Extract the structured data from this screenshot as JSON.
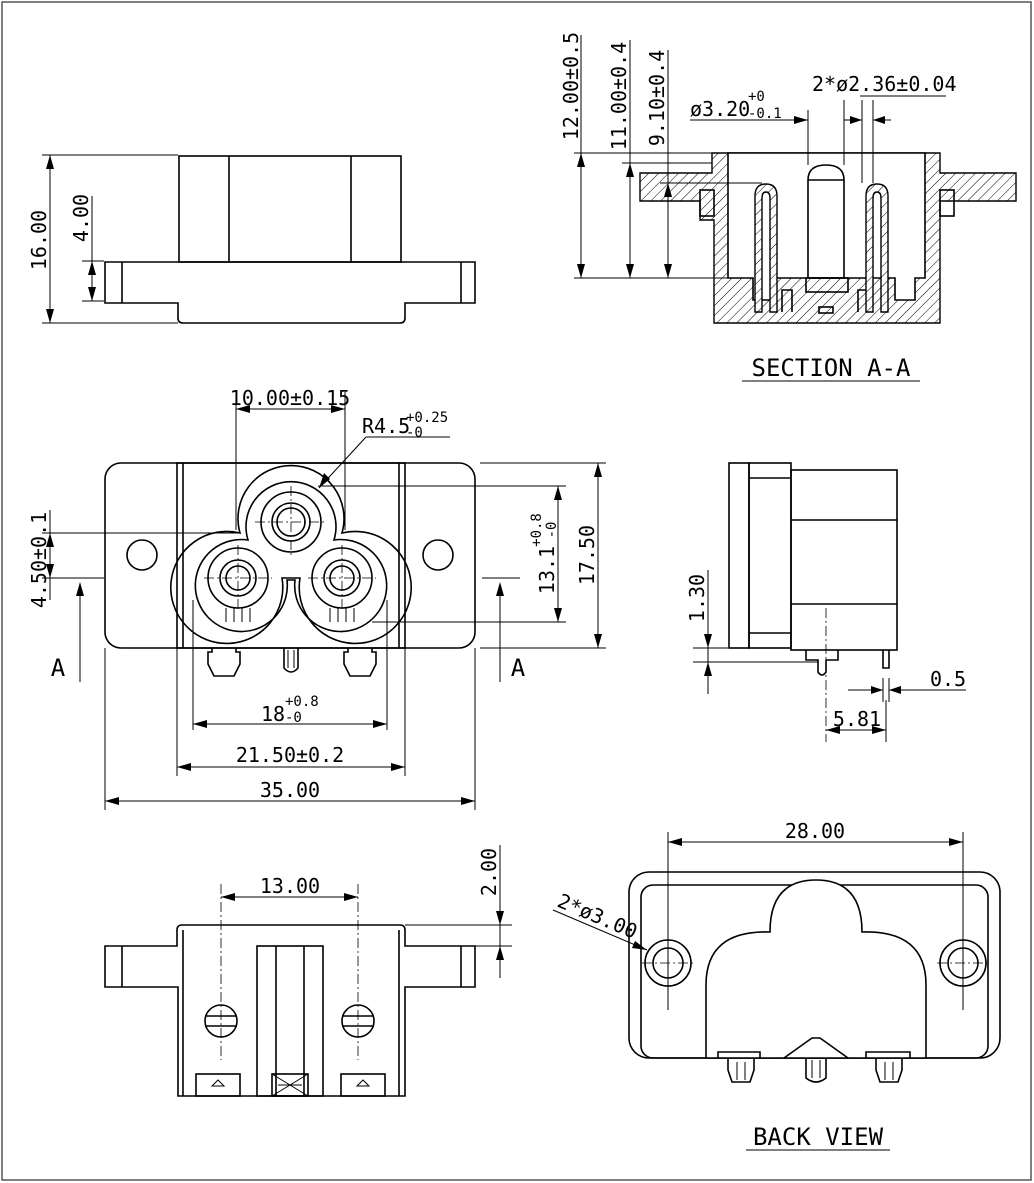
{
  "views": {
    "section_title": "SECTION A-A",
    "back_title": "BACK VIEW",
    "section_mark": "A"
  },
  "dims": {
    "side_height": "16.00",
    "side_flange": "4.00",
    "sec_h1": "12.00±0.5",
    "sec_h2": "11.00±0.4",
    "sec_h3": "9.10±0.4",
    "sec_pin_dia": "2*ø2.36±0.04",
    "sec_earth_dia": "ø3.20",
    "sec_earth_tol_up": "+0",
    "sec_earth_tol_dn": "-0.1",
    "front_top": "10.00±0.15",
    "front_radius": "R4.5",
    "front_radius_tol_up": "+0.25",
    "front_radius_tol_dn": "-0",
    "front_left": "4.50±0.1",
    "front_inner_h": "13.1",
    "front_inner_h_tol_up": "+0.8",
    "front_inner_h_tol_dn": "-0",
    "front_height": "17.50",
    "front_inner_w": "18",
    "front_inner_w_tol_up": "+0.8",
    "front_inner_w_tol_dn": "-0",
    "front_body_w": "21.50±0.2",
    "front_total_w": "35.00",
    "right_offset": "1.30",
    "right_pin_t": "0.5",
    "right_pin_pos": "5.81",
    "bottom_pin_pitch": "13.00",
    "bottom_step": "2.00",
    "back_hole_pitch": "28.00",
    "back_hole_dia": "2*ø3.00"
  }
}
